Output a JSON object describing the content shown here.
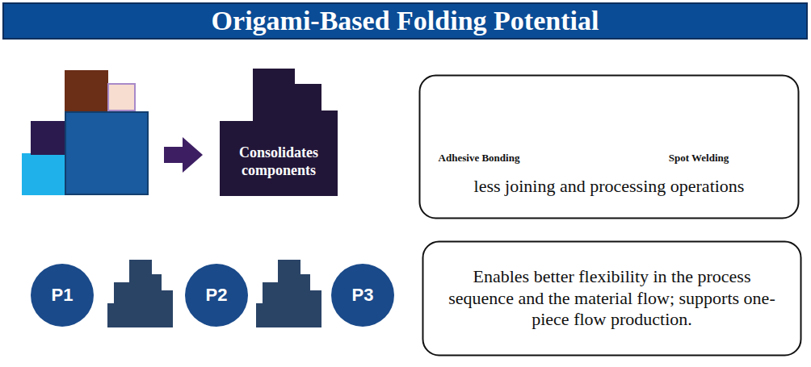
{
  "diagram": {
    "title": "Origami-Based Folding Potential",
    "nodes": [
      {
        "text": [
          "Consolidates components"
        ]
      },
      {
        "text": [
          "Adhesive Bonding",
          "Spot Welding",
          "less joining and processing operations"
        ]
      },
      {
        "text": [
          "P1"
        ]
      },
      {
        "text": [
          "P2"
        ]
      },
      {
        "text": [
          "P3"
        ]
      },
      {
        "text": [
          "Enables better flexibility in the process sequence and the material flow; supports one-piece flow production."
        ]
      }
    ]
  }
}
